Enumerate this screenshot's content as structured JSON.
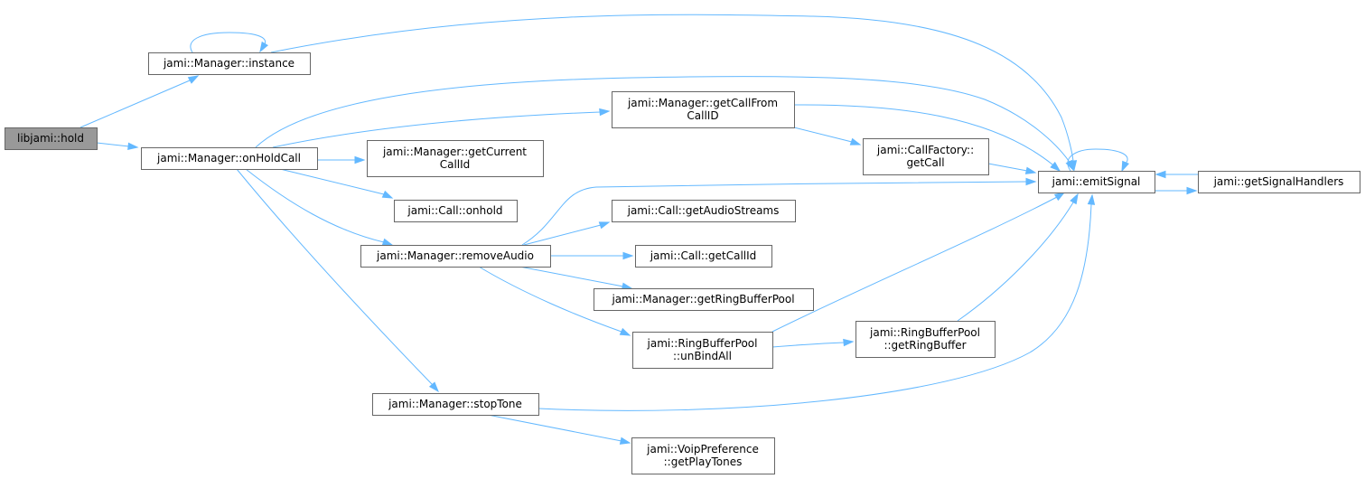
{
  "diagram": {
    "nodes": [
      {
        "id": "hold",
        "lines": [
          "libjami::hold"
        ],
        "root": true
      },
      {
        "id": "instance",
        "lines": [
          "jami::Manager::instance"
        ]
      },
      {
        "id": "onHoldCall",
        "lines": [
          "jami::Manager::onHoldCall"
        ]
      },
      {
        "id": "getCallFromCallID",
        "lines": [
          "jami::Manager::getCallFrom",
          "CallID"
        ]
      },
      {
        "id": "getCurrentCallId",
        "lines": [
          "jami::Manager::getCurrent",
          "CallId"
        ]
      },
      {
        "id": "callOnhold",
        "lines": [
          "jami::Call::onhold"
        ]
      },
      {
        "id": "removeAudio",
        "lines": [
          "jami::Manager::removeAudio"
        ]
      },
      {
        "id": "stopTone",
        "lines": [
          "jami::Manager::stopTone"
        ]
      },
      {
        "id": "getCall",
        "lines": [
          "jami::CallFactory::",
          "getCall"
        ]
      },
      {
        "id": "emitSignal",
        "lines": [
          "jami::emitSignal"
        ]
      },
      {
        "id": "getSignalHandlers",
        "lines": [
          "jami::getSignalHandlers"
        ]
      },
      {
        "id": "getAudioStreams",
        "lines": [
          "jami::Call::getAudioStreams"
        ]
      },
      {
        "id": "getCallId",
        "lines": [
          "jami::Call::getCallId"
        ]
      },
      {
        "id": "getRingBufferPool",
        "lines": [
          "jami::Manager::getRingBufferPool"
        ]
      },
      {
        "id": "unBindAll",
        "lines": [
          "jami::RingBufferPool",
          "::unBindAll"
        ]
      },
      {
        "id": "getRingBuffer",
        "lines": [
          "jami::RingBufferPool",
          "::getRingBuffer"
        ]
      },
      {
        "id": "getPlayTones",
        "lines": [
          "jami::VoipPreference",
          "::getPlayTones"
        ]
      }
    ],
    "edges": [
      {
        "from": "hold",
        "to": "instance"
      },
      {
        "from": "hold",
        "to": "onHoldCall"
      },
      {
        "from": "instance",
        "to": "instance"
      },
      {
        "from": "instance",
        "to": "emitSignal"
      },
      {
        "from": "onHoldCall",
        "to": "emitSignal"
      },
      {
        "from": "onHoldCall",
        "to": "getCallFromCallID"
      },
      {
        "from": "onHoldCall",
        "to": "getCurrentCallId"
      },
      {
        "from": "onHoldCall",
        "to": "callOnhold"
      },
      {
        "from": "onHoldCall",
        "to": "removeAudio"
      },
      {
        "from": "onHoldCall",
        "to": "stopTone"
      },
      {
        "from": "getCallFromCallID",
        "to": "emitSignal"
      },
      {
        "from": "getCallFromCallID",
        "to": "getCall"
      },
      {
        "from": "getCall",
        "to": "emitSignal"
      },
      {
        "from": "emitSignal",
        "to": "emitSignal"
      },
      {
        "from": "emitSignal",
        "to": "getSignalHandlers"
      },
      {
        "from": "getSignalHandlers",
        "to": "emitSignal"
      },
      {
        "from": "removeAudio",
        "to": "emitSignal"
      },
      {
        "from": "removeAudio",
        "to": "getAudioStreams"
      },
      {
        "from": "removeAudio",
        "to": "getCallId"
      },
      {
        "from": "removeAudio",
        "to": "getRingBufferPool"
      },
      {
        "from": "removeAudio",
        "to": "unBindAll"
      },
      {
        "from": "unBindAll",
        "to": "emitSignal"
      },
      {
        "from": "unBindAll",
        "to": "getRingBuffer"
      },
      {
        "from": "getRingBuffer",
        "to": "emitSignal"
      },
      {
        "from": "stopTone",
        "to": "emitSignal"
      },
      {
        "from": "stopTone",
        "to": "getPlayTones"
      }
    ]
  }
}
